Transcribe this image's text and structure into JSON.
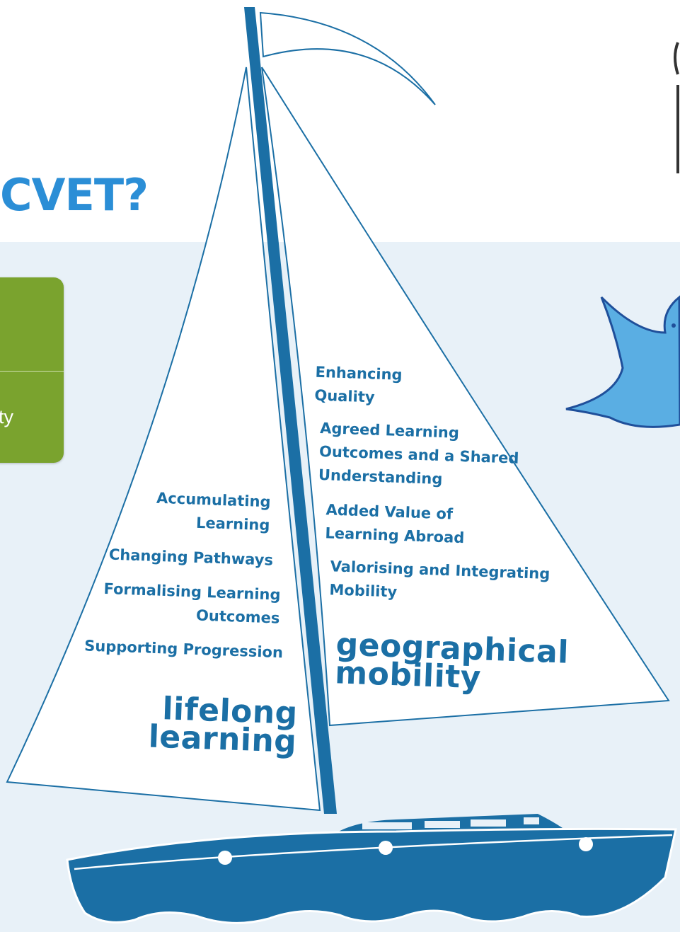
{
  "heading": {
    "text": "CVET?"
  },
  "green_card": {
    "text_fragment": "ty"
  },
  "left_sail": {
    "items": [
      "Accumulating Learning",
      "Changing Pathways",
      "Formalising Learning Outcomes",
      "Supporting Progression"
    ],
    "title": "lifelong learning"
  },
  "right_sail": {
    "items": [
      "Enhancing Quality",
      "Agreed Learning Outcomes and a Shared Understanding",
      "Added Value of Learning Abroad",
      "Valorising and Integrating Mobility"
    ],
    "title": "geographical mobility"
  },
  "colors": {
    "accent": "#2b8ed6",
    "boat": "#1b6fa5",
    "background_panel": "#e8f1f8",
    "green_card": "#7aa32e",
    "bird": "#5aaee3"
  }
}
